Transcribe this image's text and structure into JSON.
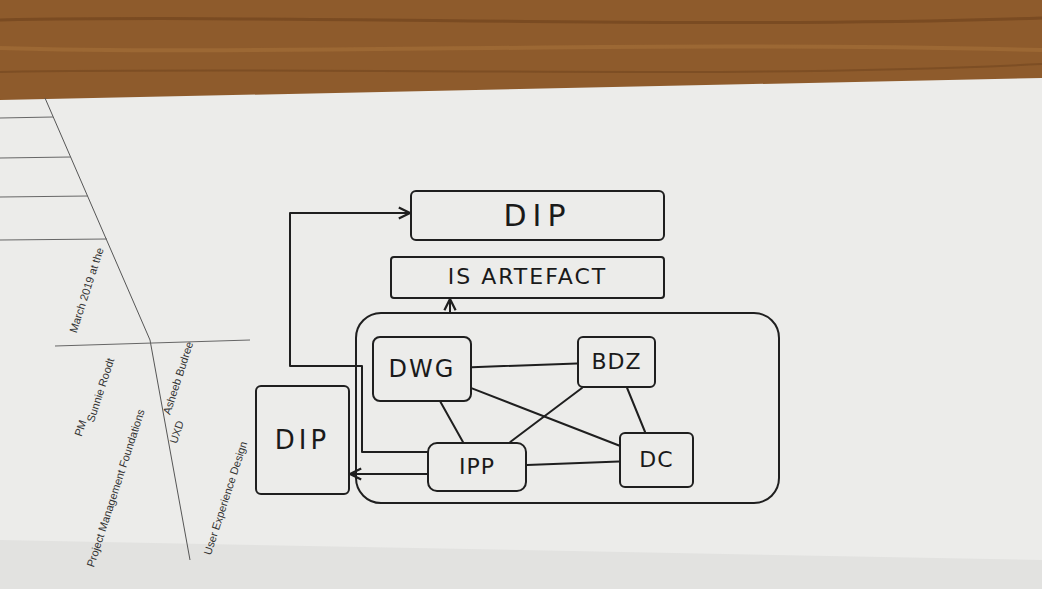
{
  "diagram": {
    "nodes": [
      {
        "text": [
          "DIP"
        ]
      },
      {
        "text": [
          "IS ARTEFACT"
        ]
      },
      {
        "text": []
      },
      {
        "text": [
          "DWG"
        ],
        "in": 2
      },
      {
        "text": [
          "BDZ"
        ],
        "in": 2
      },
      {
        "text": [
          "IPP"
        ],
        "in": 2
      },
      {
        "text": [
          "DC"
        ],
        "in": 2
      },
      {
        "text": [
          "DIP"
        ]
      }
    ],
    "edges": [
      {
        "from": 2,
        "to": 1,
        "arrow": "to"
      },
      {
        "from": 5,
        "to": 0,
        "arrow": "to"
      },
      {
        "from": 5,
        "to": 7,
        "arrow": "to"
      },
      {
        "from": 3,
        "to": 4,
        "arrow": "none"
      },
      {
        "from": 3,
        "to": 5,
        "arrow": "none"
      },
      {
        "from": 3,
        "to": 6,
        "arrow": "none"
      },
      {
        "from": 4,
        "to": 5,
        "arrow": "none"
      },
      {
        "from": 4,
        "to": 6,
        "arrow": "none"
      },
      {
        "from": 5,
        "to": 6,
        "arrow": "none"
      }
    ],
    "labels": [
      "March 2019 at the",
      "Sunnie Roodt",
      "PM",
      "Asheeb Budree",
      "UXD",
      "Project Management Foundations",
      "User Experience Design"
    ]
  }
}
